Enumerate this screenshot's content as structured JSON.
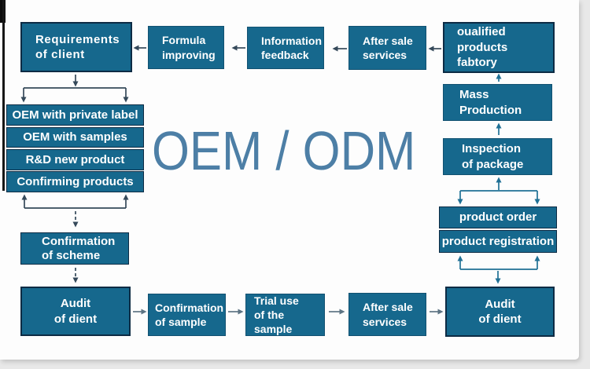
{
  "title": "OEM / ODM",
  "theme": {
    "paper": "#fdfdfd",
    "margin-band": "#e8e8e8",
    "box-fill": "#16688d",
    "box-border-dark": "#0d2b44",
    "title-color": "#4d7fa6",
    "arrow-dark": "#35495a",
    "arrow-teal": "#1f7095",
    "arrow-gray": "#5d7484"
  },
  "boxes": {
    "requirements_of_client": {
      "label": "Requirements\nof client"
    },
    "formula_improving": {
      "label": "Formula\nimproving"
    },
    "information_feedback": {
      "label": "Information\nfeedback"
    },
    "after_sale_services_top": {
      "label": "After sale\nservices"
    },
    "qualified_products_factory": {
      "label": "oualified\nproducts fabtory"
    },
    "mass_production": {
      "label": "Mass\nProduction"
    },
    "inspection_of_package": {
      "label": "Inspection\nof package"
    },
    "product_order": {
      "label": "product order"
    },
    "product_registration": {
      "label": "product registration"
    },
    "audit_of_client_right": {
      "label": "Audit\nof dient"
    },
    "after_sale_services_bottom": {
      "label": "After sale\nservices"
    },
    "trial_use_of_sample": {
      "label": "Trial use\nof the sample"
    },
    "confirmation_of_sample": {
      "label": "Confirmation\nof sample"
    },
    "audit_of_client_left": {
      "label": "Audit\nof dient"
    },
    "confirmation_of_scheme": {
      "label": "Confirmation\nof scheme"
    },
    "oem_with_private_label": {
      "label": "OEM with private label"
    },
    "oem_with_samples": {
      "label": "OEM with samples"
    },
    "rd_new_product": {
      "label": "R&D new product"
    },
    "confirming_products": {
      "label": "Confirming products"
    }
  }
}
